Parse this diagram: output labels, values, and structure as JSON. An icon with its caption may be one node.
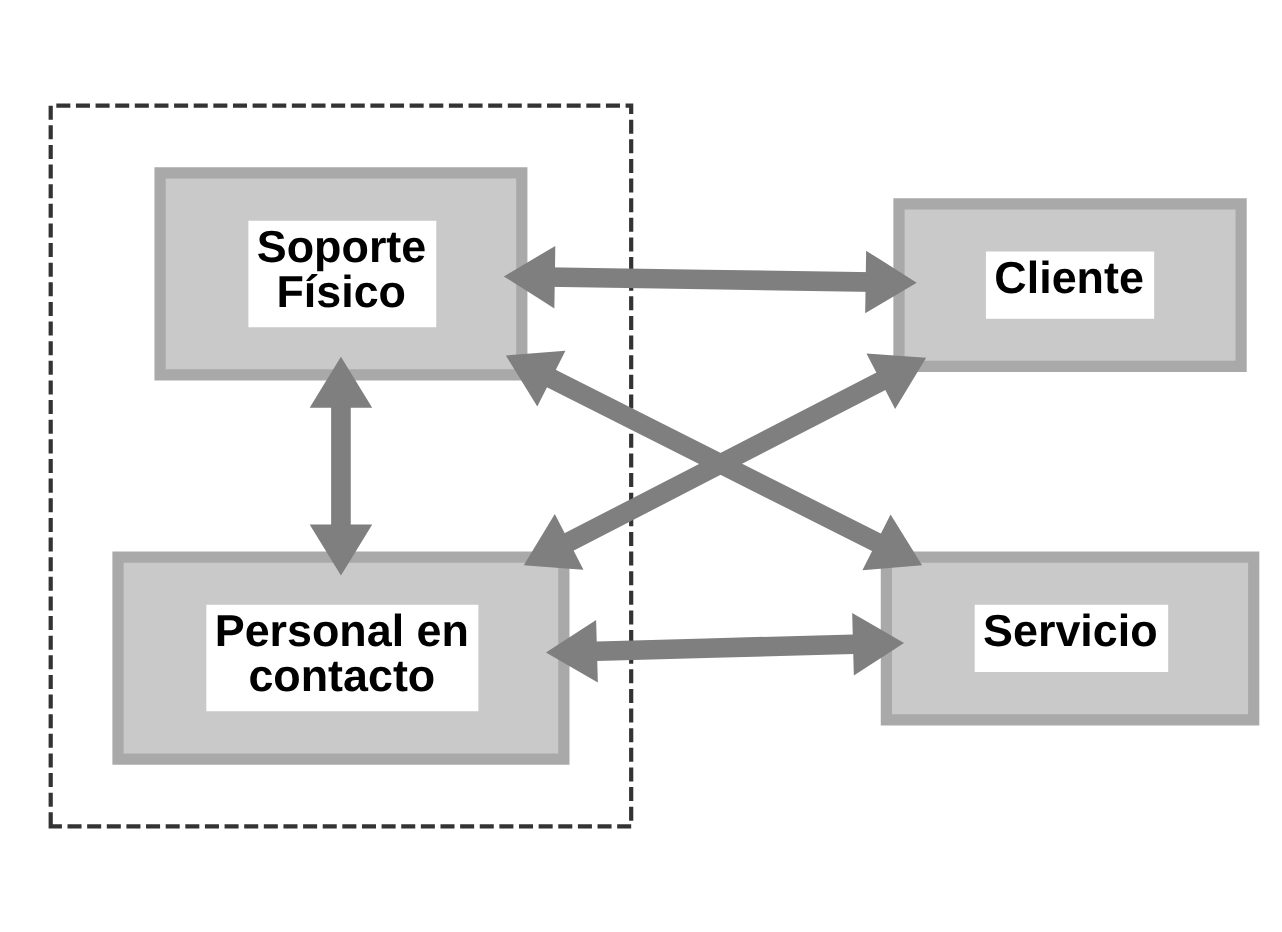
{
  "diagram": {
    "nodes": [
      {
        "text": [],
        "shape": "box"
      },
      {
        "text": [
          "Soporte Físico"
        ],
        "in": 0
      },
      {
        "text": [
          "Cliente"
        ]
      },
      {
        "text": [
          "Personal en contacto"
        ],
        "in": 0
      },
      {
        "text": [
          "Servicio"
        ]
      }
    ],
    "edges": [
      {
        "from": 1,
        "to": 2,
        "arrow": "both"
      },
      {
        "from": 1,
        "to": 3,
        "arrow": "both"
      },
      {
        "from": 1,
        "to": 4,
        "arrow": "both"
      },
      {
        "from": 3,
        "to": 2,
        "arrow": "both"
      },
      {
        "from": 3,
        "to": 4,
        "arrow": "both"
      }
    ]
  }
}
